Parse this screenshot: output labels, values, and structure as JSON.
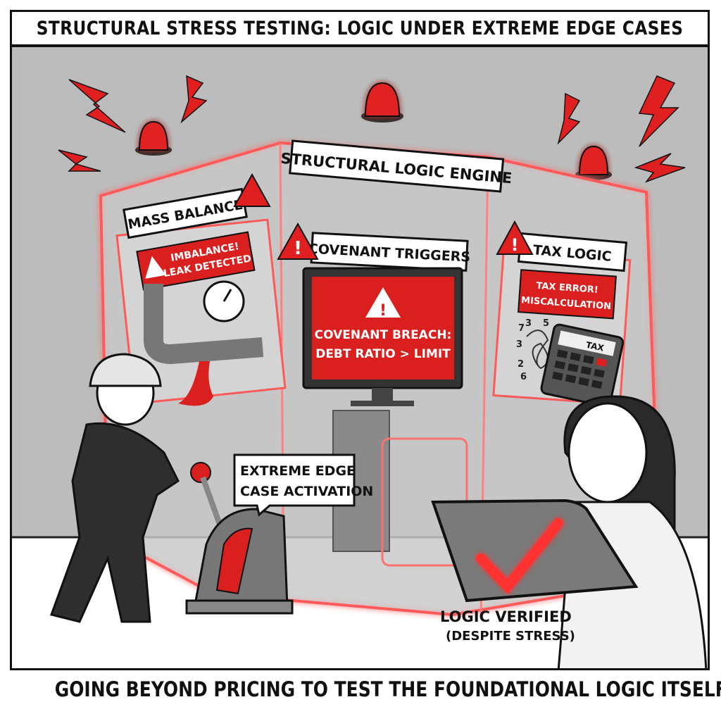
{
  "title": "STRUCTURAL STRESS TESTING: LOGIC UNDER EXTREME EDGE CASES",
  "caption": "GOING BEYOND PRICING TO TEST THE FOUNDATIONAL LOGIC ITSELF",
  "colors": {
    "accent_red": "#d9201f",
    "glow_red": "#ff5a5a",
    "background_gray": "#bcbcbc",
    "ink": "#111111"
  },
  "engine": {
    "label": "STRUCTURAL LOGIC ENGINE"
  },
  "modules": {
    "mass_balance": {
      "label": "MASS BALANCE",
      "alert_line1": "IMBALANCE!",
      "alert_line2": "LEAK DETECTED",
      "icon": "warning-icon"
    },
    "covenant": {
      "label": "COVENANT TRIGGERS",
      "alert_line1": "COVENANT BREACH:",
      "alert_line2": "DEBT RATIO > LIMIT",
      "icon": "warning-icon"
    },
    "tax": {
      "label": "TAX LOGIC",
      "alert_line1": "TAX ERROR!",
      "alert_line2": "MISCALCULATION",
      "calculator_label": "TAX",
      "digits": [
        "7",
        "3",
        "5",
        "3",
        "2",
        "6"
      ],
      "icon": "warning-icon"
    }
  },
  "lever_callout": {
    "line1": "EXTREME EDGE",
    "line2": "CASE ACTIVATION"
  },
  "verified": {
    "line1": "LOGIC VERIFIED",
    "line2": "(DESPITE STRESS)",
    "icon": "checkmark-icon"
  }
}
